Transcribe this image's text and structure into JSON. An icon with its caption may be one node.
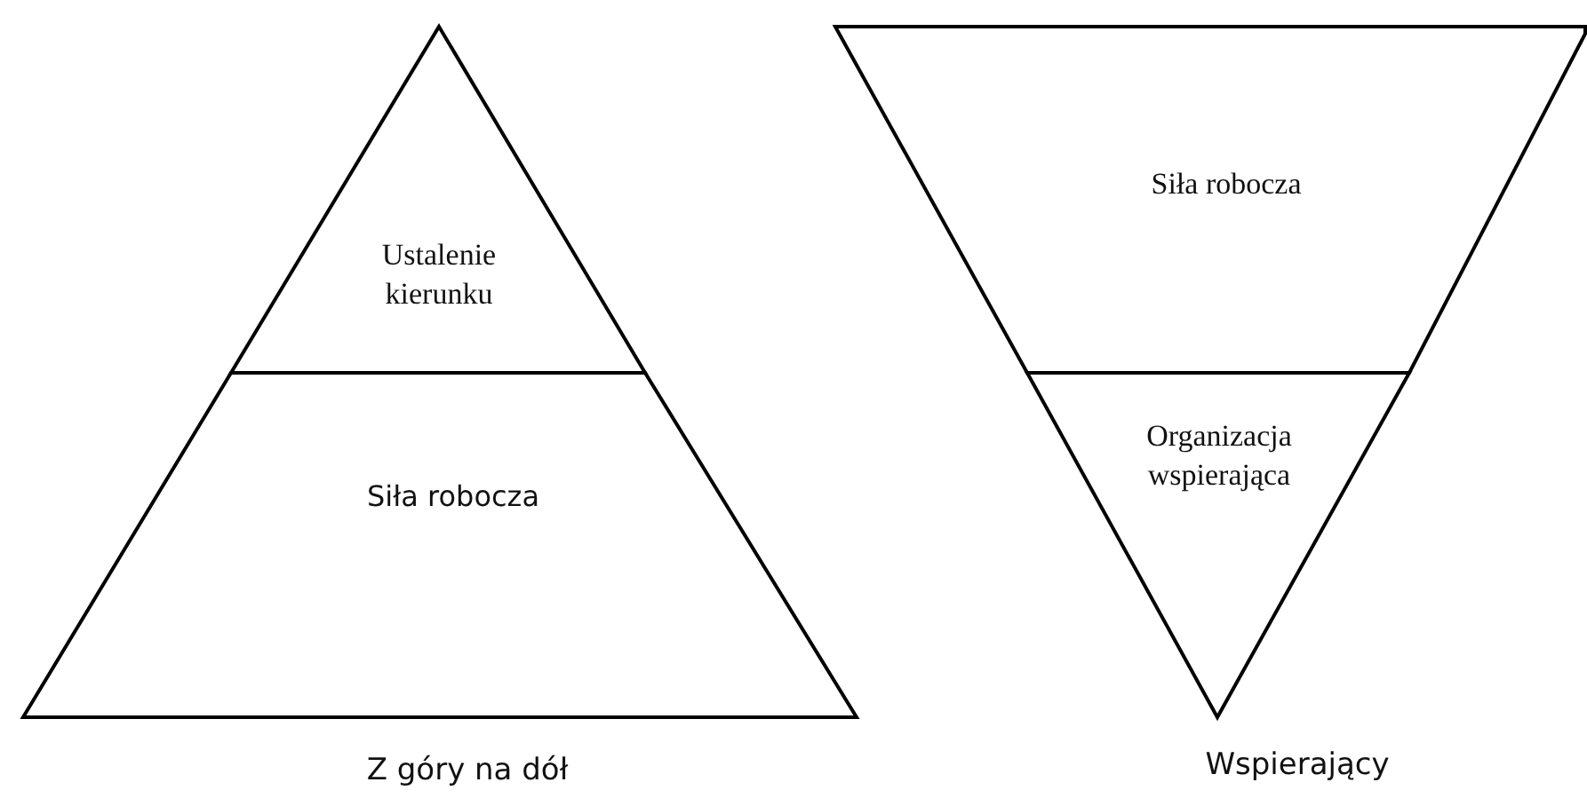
{
  "diagram": {
    "nodes": [
      {
        "text": [
          "Ustalenie kierunku"
        ]
      },
      {
        "text": [
          "Siła robocza"
        ]
      },
      {
        "text": [
          "Siła robocza"
        ]
      },
      {
        "text": [
          "Organizacja wspierająca"
        ]
      }
    ],
    "labels": [
      "Z góry na dół",
      "Wspierający"
    ]
  }
}
